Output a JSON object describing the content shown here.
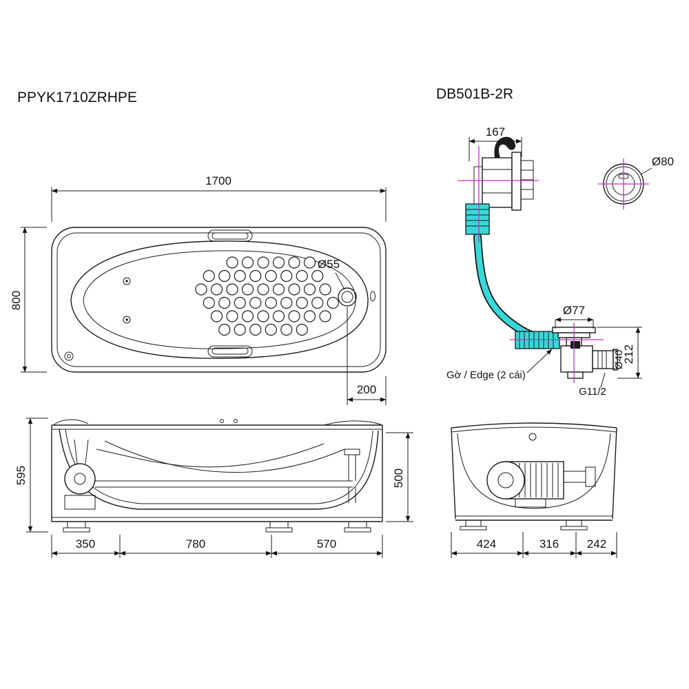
{
  "titles": {
    "left": "PPYK1710ZRHPE",
    "right": "DB501B-2R"
  },
  "top_view": {
    "width": "1700",
    "depth": "800",
    "drain_diameter": "Ø55",
    "drain_offset": "200"
  },
  "side_view": {
    "overall_height": "595",
    "inner_height": "500",
    "seg_left": "350",
    "seg_mid": "780",
    "seg_right": "570"
  },
  "end_view": {
    "seg_left": "424",
    "seg_mid": "316",
    "seg_right": "242"
  },
  "drain_detail": {
    "overflow_width": "167",
    "knob_diameter": "Ø80",
    "flange_diameter": "Ø77",
    "assembly_height": "212",
    "outlet_diameter": "Ø40",
    "thread": "G11/2",
    "edge_note": "Gờ / Edge (2 cái)"
  },
  "colors": {
    "line": "#1a1a1a",
    "hose": "#38d8d8",
    "centerline": "#c42fc4"
  }
}
